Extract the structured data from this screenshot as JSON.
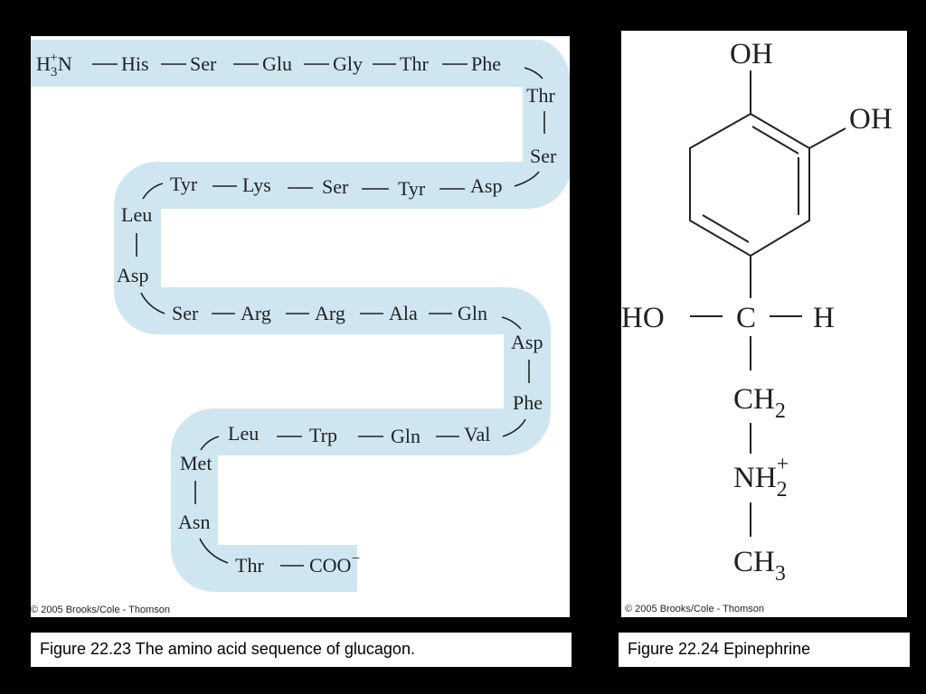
{
  "glucagon": {
    "n_terminus": {
      "base": "H",
      "sub": "3",
      "sup": "+",
      "end": "N"
    },
    "row1": [
      "His",
      "Ser",
      "Glu",
      "Gly",
      "Thr",
      "Phe"
    ],
    "turn1": [
      "Thr",
      "Ser"
    ],
    "row2": [
      "Tyr",
      "Lys",
      "Ser",
      "Tyr",
      "Asp"
    ],
    "turn2": [
      "Leu",
      "Asp"
    ],
    "row3": [
      "Ser",
      "Arg",
      "Arg",
      "Ala",
      "Gln"
    ],
    "turn3": [
      "Asp",
      "Phe"
    ],
    "row4": [
      "Leu",
      "Trp",
      "Gln",
      "Val"
    ],
    "turn4": [
      "Met",
      "Asn"
    ],
    "row5": [
      "Thr"
    ],
    "c_terminus": {
      "base": "COO",
      "sup": "−"
    }
  },
  "epinephrine": {
    "oh_top": "OH",
    "oh_right": "OH",
    "ho_left": "HO",
    "c_center": "C",
    "h_right": "H",
    "ch2": {
      "base": "CH",
      "sub": "2"
    },
    "nh2": {
      "base": "NH",
      "sub": "2",
      "sup": "+"
    },
    "ch3": {
      "base": "CH",
      "sub": "3"
    }
  },
  "copyright_left": "© 2005 Brooks/Cole - Thomson",
  "copyright_right": "© 2005 Brooks/Cole - Thomson",
  "caption_left": "Figure 22.23  The amino acid sequence of glucagon.",
  "caption_right": "Figure 22.24  Epinephrine",
  "colors": {
    "band": "#cfe6f1",
    "ink": "#222222",
    "background": "#000000"
  }
}
